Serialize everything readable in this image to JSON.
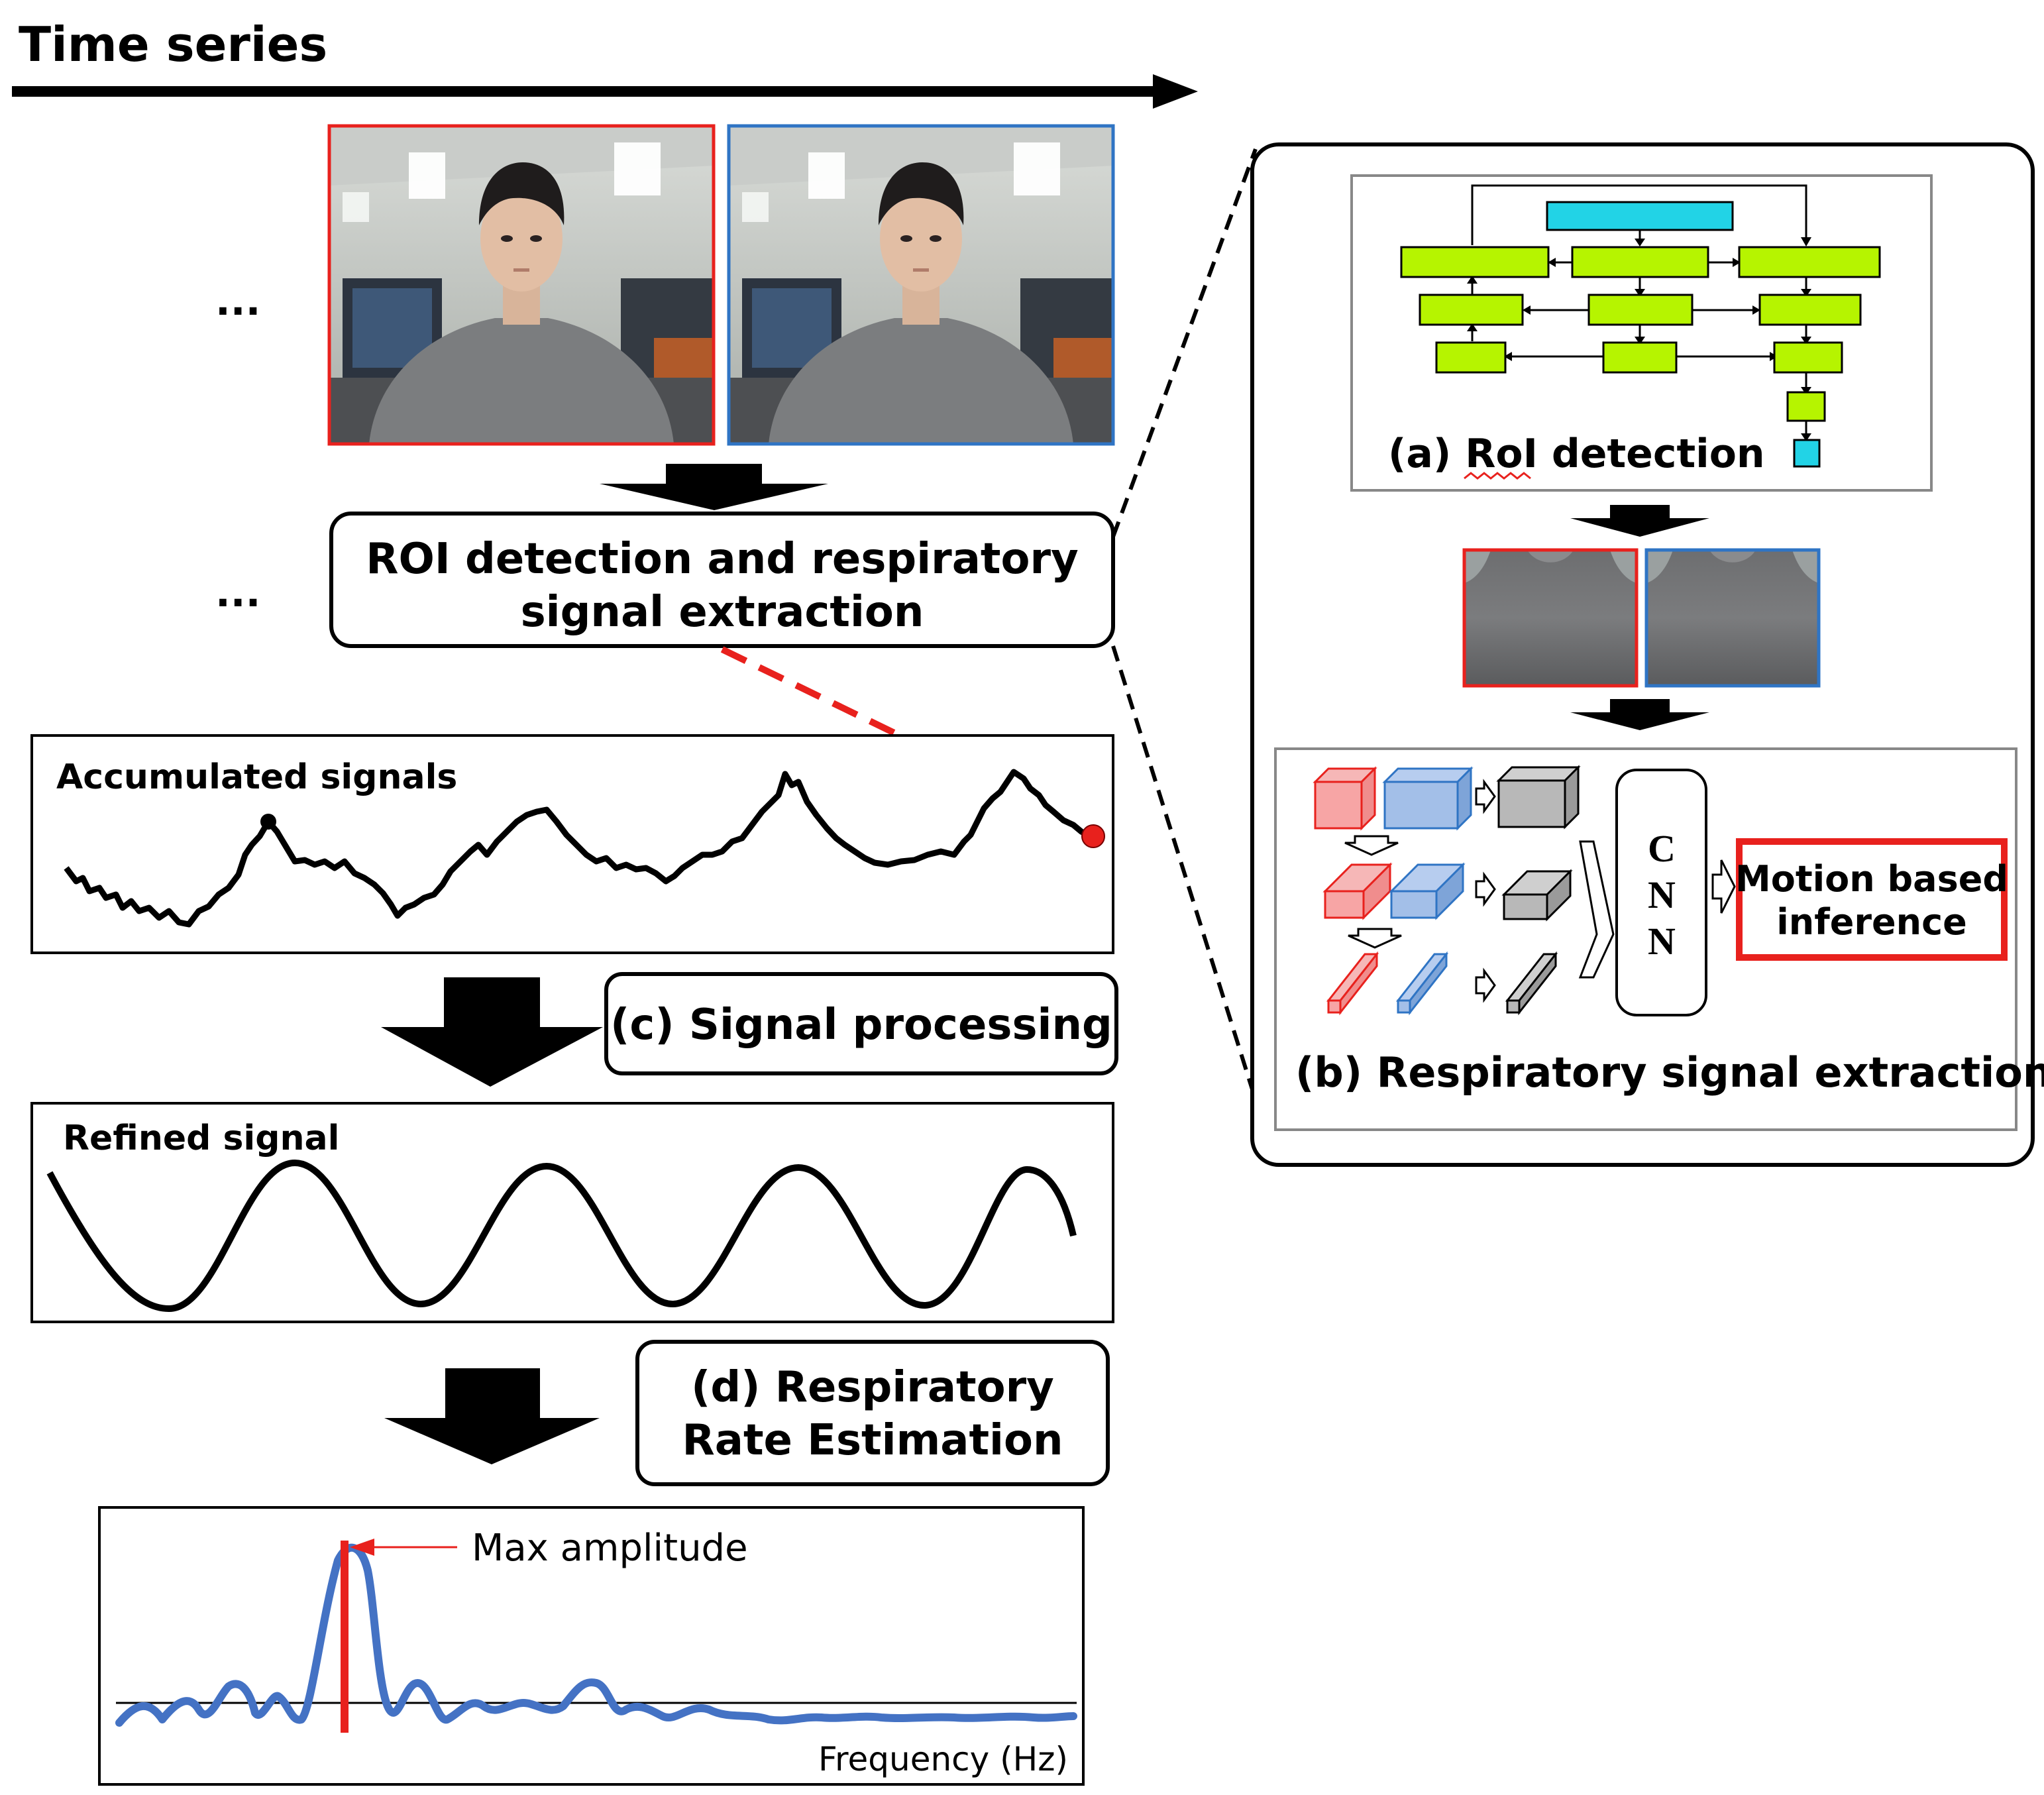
{
  "time_series_label": "Time series",
  "ellipsis": "...",
  "roi_box": {
    "line1": "ROI detection and respiratory",
    "line2": "signal extraction"
  },
  "accumulated_label": "Accumulated signals",
  "signal_processing_label": "(c) Signal processing",
  "refined_label": "Refined signal",
  "rr_estimation": {
    "line1": "(d) Respiratory",
    "line2": "Rate Estimation"
  },
  "max_amplitude_label": "Max amplitude",
  "frequency_label": "Frequency (Hz)",
  "roi_detection_label": "(a) RoI detection",
  "cnn_letters": [
    "C",
    "N",
    "N"
  ],
  "motion_inference": {
    "line1": "Motion based",
    "line2": "inference"
  },
  "respiratory_extraction_label": "(b) Respiratory signal extraction",
  "colors": {
    "red": "#e8211d",
    "blue": "#2f74c4",
    "spectrum": "#4472c4",
    "green_block": "#b6f400",
    "cyan_block": "#22d3e6",
    "black": "#000000"
  },
  "icons": [
    "arrow-right-icon",
    "arrow-down-icon",
    "person-photo",
    "chest-roi-photo",
    "cube-icon"
  ]
}
